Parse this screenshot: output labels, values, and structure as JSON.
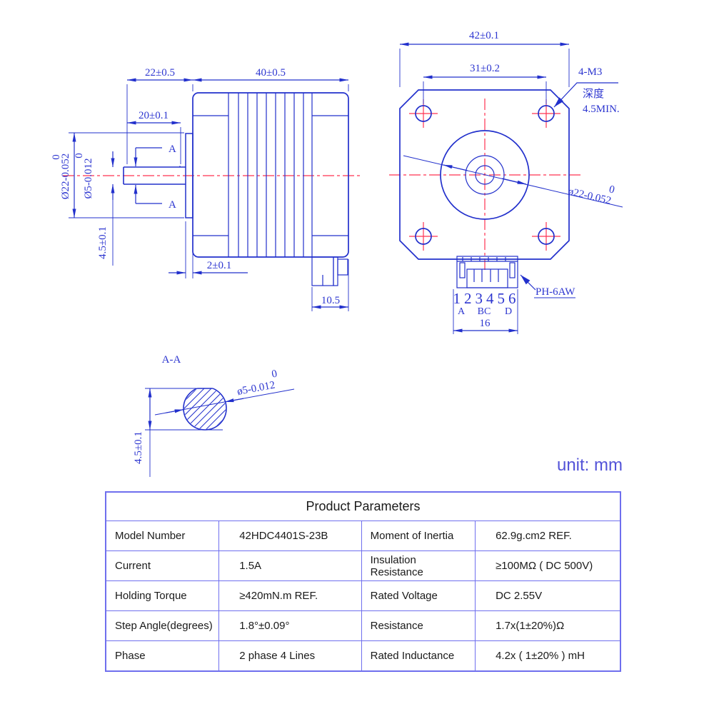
{
  "colors": {
    "line_blue": "#2230cc",
    "text_blue": "#2d36d0",
    "center_red": "#ff3352",
    "table_border": "#6f6fee",
    "unit_text": "#5353d8"
  },
  "unit_label": "unit: mm",
  "side_view": {
    "dim_shaft_len": "22±0.5",
    "dim_body_len": "40±0.5",
    "dim_flat_len": "20±0.1",
    "dim_pilot_dia_sup": "0",
    "dim_pilot_dia": "Ø22-0.052",
    "dim_shaft_dia_sup": "0",
    "dim_shaft_dia": "Ø5-0.012",
    "dim_flat_height": "4.5±0.1",
    "dim_pilot_thickness": "2±0.1",
    "dim_connector_offset": "10.5",
    "section_mark_top": "A",
    "section_mark_bottom": "A"
  },
  "front_view": {
    "dim_width": "42±0.1",
    "dim_hole_spacing": "31±0.2",
    "screw_note_line1": "4-M3",
    "screw_note_line2": "深度",
    "screw_note_line3": "4.5MIN.",
    "dim_pilot_dia_sup": "0",
    "dim_pilot_dia": "ø22-0.052",
    "connector_type": "PH-6AW",
    "pin_numbers": "123456",
    "pin_group_a": "A",
    "pin_group_bc": "BC",
    "pin_group_d": "D",
    "dim_connector_width": "16"
  },
  "section_view": {
    "title": "A-A",
    "dim_shaft_dia_sup": "0",
    "dim_shaft_dia": "ø5-0.012",
    "dim_flat_height": "4.5±0.1"
  },
  "table": {
    "title": "Product Parameters",
    "rows": [
      [
        "Model Number",
        "42HDC4401S-23B",
        "Moment of Inertia",
        "62.9g.cm2 REF."
      ],
      [
        "Current",
        "1.5A",
        "Insulation Resistance",
        "≥100MΩ ( DC 500V)"
      ],
      [
        "Holding Torque",
        "≥420mN.m REF.",
        "Rated Voltage",
        "DC 2.55V"
      ],
      [
        "Step Angle(degrees)",
        "1.8°±0.09°",
        "Resistance",
        "1.7x(1±20%)Ω"
      ],
      [
        "Phase",
        "2 phase 4 Lines",
        "Rated Inductance",
        "4.2x ( 1±20% ) mH"
      ]
    ]
  }
}
